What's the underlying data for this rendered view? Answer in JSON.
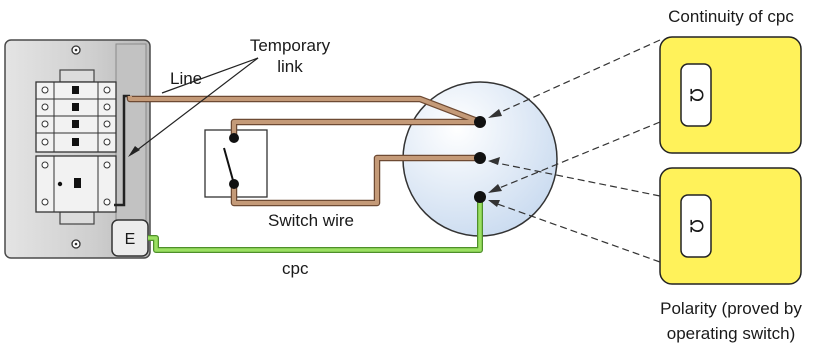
{
  "labels": {
    "temporary_link_line1": "Temporary",
    "temporary_link_line2": "link",
    "line": "Line",
    "switch_wire": "Switch wire",
    "cpc": "cpc",
    "continuity_of_cpc": "Continuity of cpc",
    "polarity_line1": "Polarity (proved by",
    "polarity_line2": "operating switch)",
    "earth_terminal": "E"
  },
  "meters": [
    {
      "symbol": "Ω"
    },
    {
      "symbol": "Ω"
    }
  ],
  "colors": {
    "wire_brown": "#b88a6a",
    "wire_cpc_green": "#7ac943",
    "meter_yellow": "#fff25a",
    "ceiling_rose_blue": "#dbe7f5",
    "consumer_unit_grey": "#d4d4d4"
  }
}
